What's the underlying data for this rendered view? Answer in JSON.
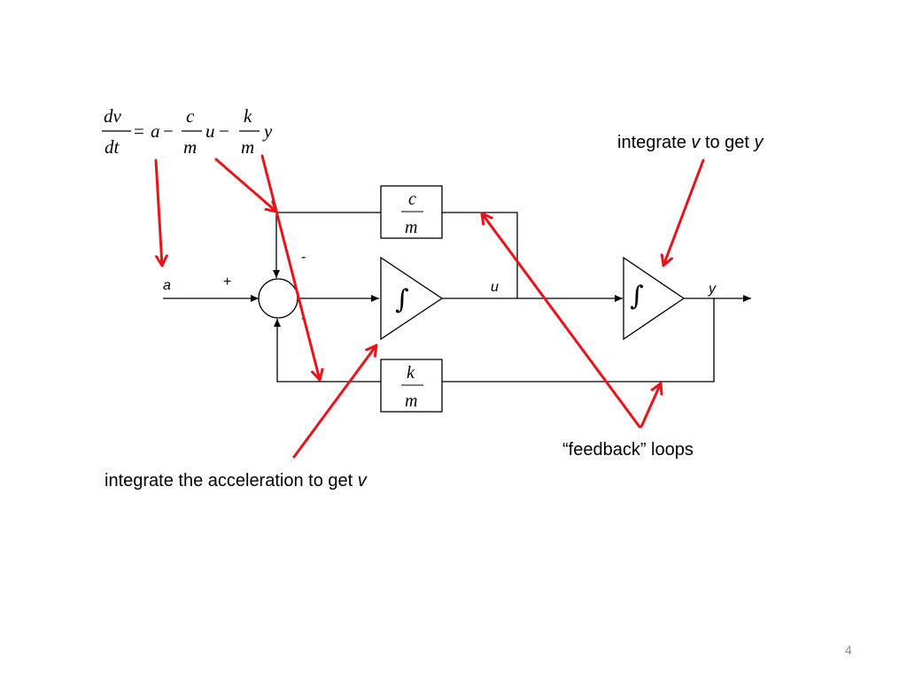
{
  "equation": {
    "lhs_num": "dv",
    "lhs_den": "dt",
    "equals": "=",
    "a": "a",
    "minus1": "−",
    "frac1_num": "c",
    "frac1_den": "m",
    "u": "u",
    "minus2": "−",
    "frac2_num": "k",
    "frac2_den": "m",
    "y": "y"
  },
  "diagram": {
    "damping_block": {
      "num": "c",
      "den": "m"
    },
    "spring_block": {
      "num": "k",
      "den": "m"
    },
    "integrator1_symbol": "∫",
    "integrator2_symbol": "∫",
    "signals": {
      "input": "a",
      "mid": "u",
      "output": "y"
    },
    "signs": {
      "plus": "+",
      "minus_top": "-",
      "minus_bottom": "-"
    }
  },
  "callouts": {
    "integrate_v": {
      "prefix": "integrate ",
      "var1": "v",
      "middle": " to get ",
      "var2": "y"
    },
    "integrate_accel": {
      "prefix": "integrate the acceleration to get ",
      "var": "v"
    },
    "feedback": "“feedback” loops"
  },
  "page_number": "4",
  "colors": {
    "arrow": "#e8141a",
    "line": "#000000",
    "block_border": "#000000"
  }
}
